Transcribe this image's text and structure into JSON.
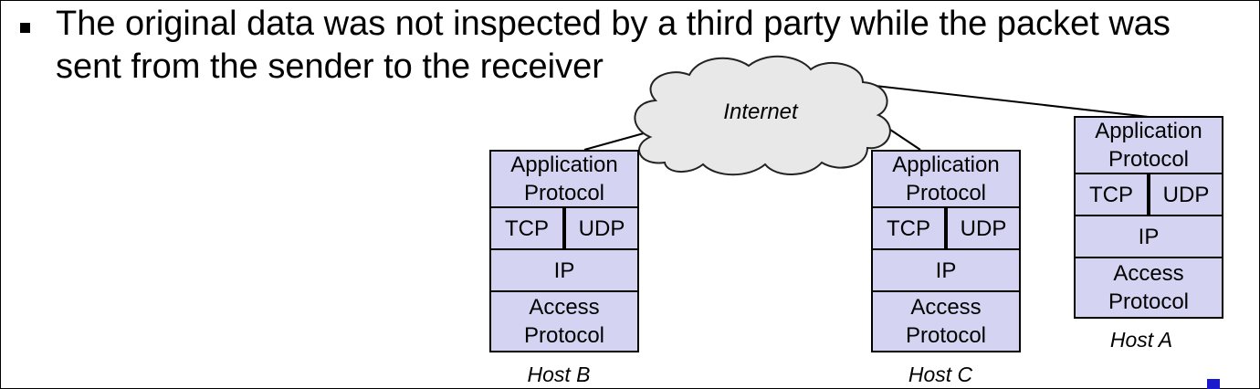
{
  "bullet": {
    "text": "The original data was not inspected by a third party while the packet was sent from the sender to the receiver"
  },
  "cloud": {
    "label": "Internet"
  },
  "layers": {
    "app_line1": "Application",
    "app_line2": "Protocol",
    "tcp": "TCP",
    "udp": "UDP",
    "ip": "IP",
    "access_line1": "Access",
    "access_line2": "Protocol"
  },
  "hosts": {
    "b": "Host B",
    "c": "Host C",
    "a": "Host A"
  },
  "colors": {
    "layer_fill": "#d4d4f2",
    "cloud_fill": "#e8e8e8",
    "marker": "#1a1acc"
  }
}
